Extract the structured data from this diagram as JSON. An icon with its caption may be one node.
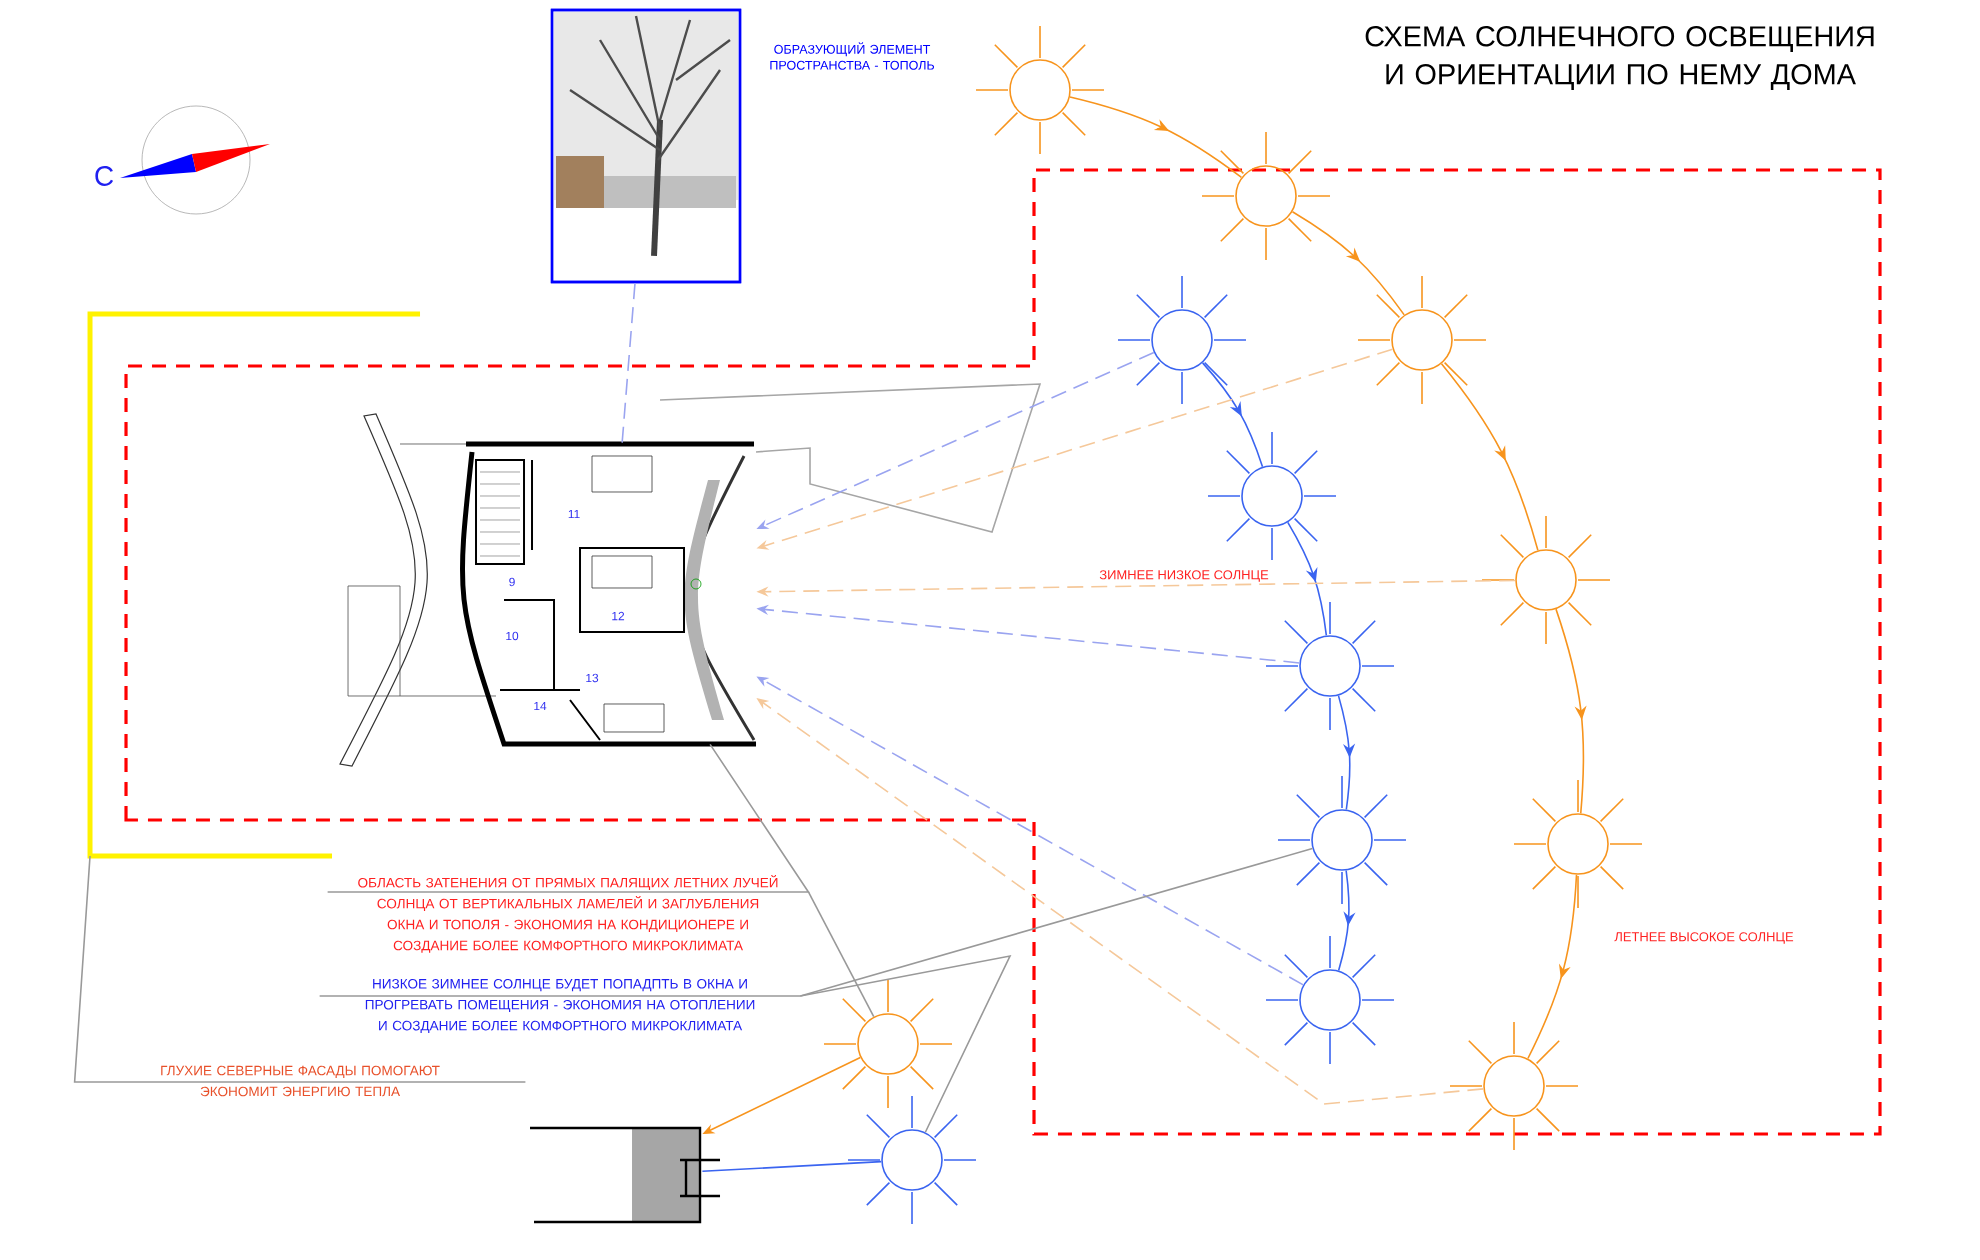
{
  "diagram": {
    "title": "СХЕМА СОЛНЕЧНОГО ОСВЕЩЕНИЯ И ОРИЕНТАЦИИ ПО НЕМУ ДОМА",
    "nodes": [
      {
        "text": [],
        "shape": "picture",
        "beside": [
          "ОБРАЗУЮЩИЙ ЭЛЕМЕНТ ПРОСТРАНСТВА - ТОПОЛЬ"
        ]
      },
      {
        "text": [],
        "shape": "picture"
      },
      {
        "text": [],
        "shape": "circle"
      },
      {
        "text": [],
        "shape": "circle"
      },
      {
        "text": [],
        "shape": "circle"
      },
      {
        "text": [],
        "shape": "circle"
      },
      {
        "text": [],
        "shape": "circle"
      },
      {
        "text": [],
        "shape": "circle"
      },
      {
        "text": [],
        "shape": "circle"
      },
      {
        "text": [],
        "shape": "circle"
      },
      {
        "text": [],
        "shape": "circle"
      },
      {
        "text": [],
        "shape": "circle"
      },
      {
        "text": [],
        "shape": "circle"
      },
      {
        "text": [],
        "shape": "circle"
      },
      {
        "text": [],
        "shape": "circle"
      },
      {
        "text": [],
        "shape": "picture"
      },
      {
        "text": [
          "ОБЛАСТЬ ЗАТЕНЕНИЯ ОТ ПРЯМЫХ ПАЛЯЩИХ ЛЕТНИХ ЛУЧЕЙ СОЛНЦА ОТ ВЕРТИКАЛЬНЫХ ЛАМЕЛЕЙ И ЗАГЛУБЛЕНИЯ ОКНА И ТОПОЛЯ - ЭКОНОМИЯ НА КОНДИЦИОНЕРЕ И СОЗДАНИЕ БОЛЕЕ КОМФОРТНОГО МИКРОКЛИМАТА"
        ]
      },
      {
        "text": [
          "НИЗКОЕ ЗИМНЕЕ СОЛНЦЕ БУДЕТ ПОПАДПТЬ В ОКНА И ПРОГРЕВАТЬ ПОМЕЩЕНИЯ - ЭКОНОМИЯ НА ОТОПЛЕНИИ И СОЗДАНИЕ БОЛЕЕ КОМФОРТНОГО МИКРОКЛИМАТА"
        ]
      },
      {
        "text": [
          "ГЛУХИЕ СЕВЕРНЫЕ ФАСАДЫ ПОМОГАЮТ ЭКОНОМИТ ЭНЕРГИЮ ТЕПЛА"
        ]
      }
    ],
    "edges": [
      {
        "from": 2,
        "to": 3,
        "arrow": "to",
        "color": "#f7941d"
      },
      {
        "from": 3,
        "to": 4,
        "arrow": "to",
        "color": "#f7941d"
      },
      {
        "from": 4,
        "to": 5,
        "arrow": "to",
        "color": "#f7941d"
      },
      {
        "from": 5,
        "to": 6,
        "arrow": "to",
        "color": "#f7941d"
      },
      {
        "from": 6,
        "to": 7,
        "arrow": "to",
        "color": "#f7941d"
      },
      {
        "from": 8,
        "to": 9,
        "arrow": "to",
        "color": "#3a64f0"
      },
      {
        "from": 9,
        "to": 10,
        "arrow": "to",
        "color": "#3a64f0"
      },
      {
        "from": 10,
        "to": 11,
        "arrow": "to",
        "color": "#3a64f0"
      },
      {
        "from": 11,
        "to": 12,
        "arrow": "to",
        "color": "#3a64f0"
      },
      {
        "from": 13,
        "to": 15,
        "arrow": "to",
        "color": "#f7941d"
      },
      {
        "from": 14,
        "to": 15,
        "arrow": "none",
        "color": "#3a64f0"
      },
      {
        "from": 0,
        "to": 1,
        "arrow": "none",
        "style": "dashed",
        "color": "#9aa4f0"
      },
      {
        "from": 8,
        "to": 1,
        "arrow": "to",
        "style": "dashed",
        "color": "#9aa4f0"
      },
      {
        "from": 10,
        "to": 1,
        "arrow": "to",
        "style": "dashed",
        "color": "#9aa4f0"
      },
      {
        "from": 12,
        "to": 1,
        "arrow": "to",
        "style": "dashed",
        "color": "#9aa4f0"
      },
      {
        "from": 4,
        "to": 1,
        "arrow": "to",
        "style": "dashed",
        "color": "#f5c89a"
      },
      {
        "from": 5,
        "to": 1,
        "arrow": "to",
        "style": "dashed",
        "color": "#f5c89a"
      },
      {
        "from": 7,
        "to": 1,
        "arrow": "to",
        "style": "dashed",
        "color": "#f5c89a"
      },
      {
        "from": 16,
        "to": 1,
        "arrow": "none",
        "color": "#999999"
      },
      {
        "from": 16,
        "to": 13,
        "arrow": "none",
        "color": "#999999"
      },
      {
        "from": 17,
        "to": 11,
        "arrow": "none",
        "color": "#999999"
      },
      {
        "from": 17,
        "to": 14,
        "arrow": "none",
        "color": "#999999"
      },
      {
        "from": 18,
        "to": null,
        "arrow": "none",
        "color": "#999999"
      }
    ],
    "labels": [
      "С",
      "11",
      "9",
      "12",
      "10",
      "13",
      "14",
      "ЗИМНЕЕ НИЗКОЕ СОЛНЦЕ",
      "ЛЕТНЕЕ ВЫСОКОЕ СОЛНЦЕ"
    ]
  }
}
